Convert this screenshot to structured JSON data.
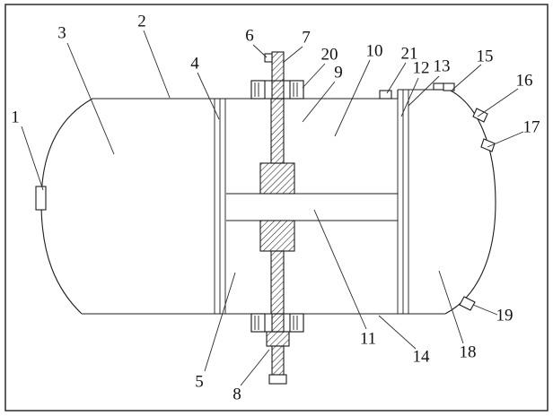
{
  "diagram": {
    "kind": "patent-style technical line drawing of a cylindrical drum assembly with central flange, bolted studs and internal walls",
    "labels": [
      {
        "ref": "1",
        "text": "1"
      },
      {
        "ref": "2",
        "text": "2"
      },
      {
        "ref": "3",
        "text": "3"
      },
      {
        "ref": "4",
        "text": "4"
      },
      {
        "ref": "5",
        "text": "5"
      },
      {
        "ref": "6",
        "text": "6"
      },
      {
        "ref": "7",
        "text": "7"
      },
      {
        "ref": "8",
        "text": "8"
      },
      {
        "ref": "9",
        "text": "9"
      },
      {
        "ref": "10",
        "text": "10"
      },
      {
        "ref": "11",
        "text": "11"
      },
      {
        "ref": "12",
        "text": "12"
      },
      {
        "ref": "13",
        "text": "13"
      },
      {
        "ref": "14",
        "text": "14"
      },
      {
        "ref": "15",
        "text": "15"
      },
      {
        "ref": "16",
        "text": "16"
      },
      {
        "ref": "17",
        "text": "17"
      },
      {
        "ref": "18",
        "text": "18"
      },
      {
        "ref": "19",
        "text": "19"
      },
      {
        "ref": "20",
        "text": "20"
      },
      {
        "ref": "21",
        "text": "21"
      }
    ]
  },
  "colors": {
    "line": "#1c1c1c",
    "background": "#ffffff",
    "text": "#111111"
  }
}
